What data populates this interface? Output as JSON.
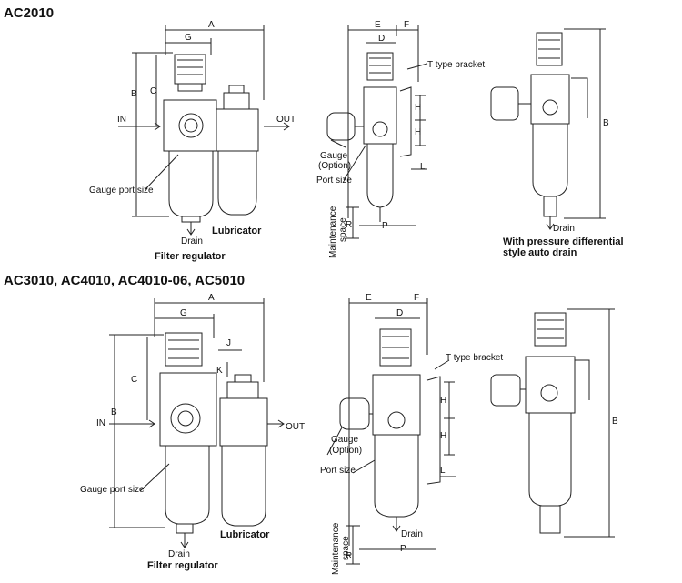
{
  "sections": [
    {
      "title": "AC2010"
    },
    {
      "title": "AC3010, AC4010, AC4010-06, AC5010"
    }
  ],
  "labels": {
    "in": "IN",
    "out": "OUT",
    "gauge_port_size": "Gauge port size",
    "lubricator": "Lubricator",
    "drain": "Drain",
    "filter_regulator": "Filter regulator",
    "t_type_bracket": "T type bracket",
    "gauge_option_1": "Gauge",
    "gauge_option_2": "(Option)",
    "port_size": "Port size",
    "maintenance_space_1": "Maintenance",
    "maintenance_space_2": "space",
    "auto_drain_1": "With pressure differential",
    "auto_drain_2": "style auto drain"
  },
  "dims": {
    "A": "A",
    "B": "B",
    "C": "C",
    "D": "D",
    "E": "E",
    "F": "F",
    "G": "G",
    "H": "H",
    "J": "J",
    "K": "K",
    "L": "L",
    "P": "P",
    "R": "R"
  }
}
